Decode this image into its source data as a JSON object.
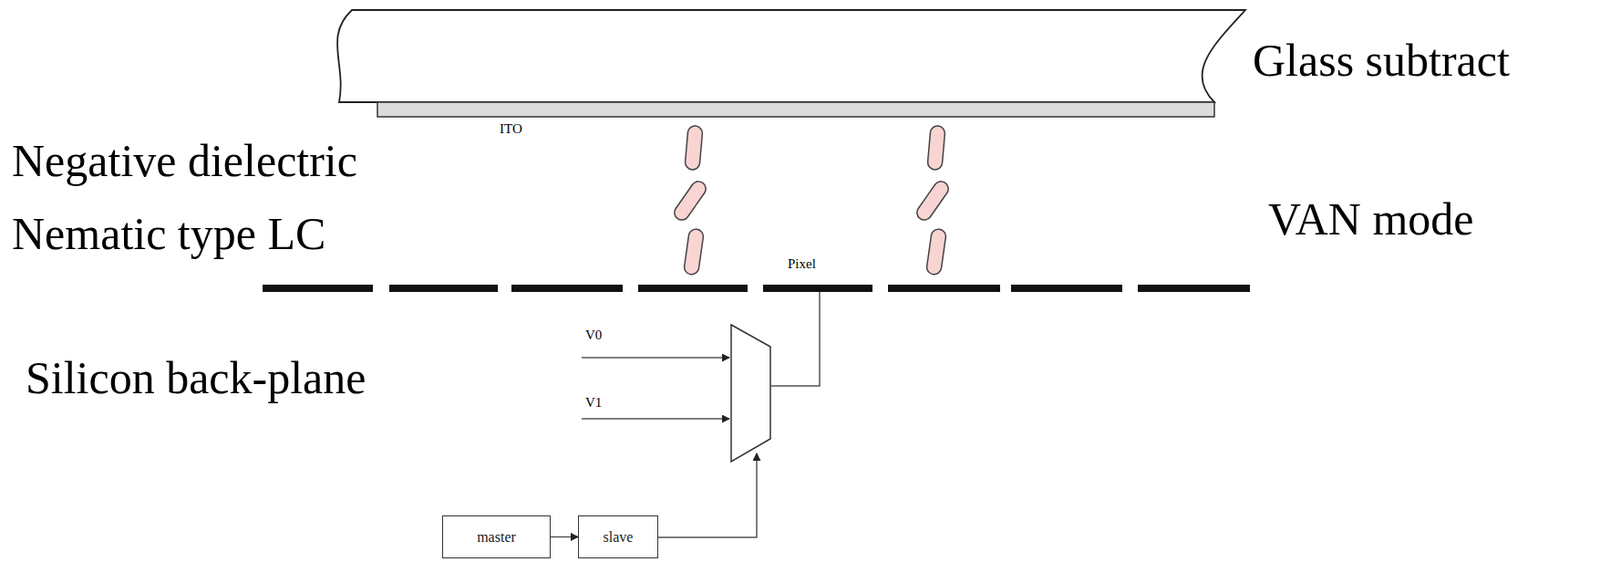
{
  "diagram": {
    "nodes": [
      {
        "text": [
          "master"
        ]
      },
      {
        "text": [
          "slave"
        ]
      }
    ],
    "edges": [
      {
        "from": 0,
        "to": 1,
        "arrow": "to"
      }
    ],
    "labels": [
      "Glass subtract",
      "ITO",
      "Negative dielectric Nematic type LC",
      "VAN mode",
      "Pixel",
      "Silicon back-plane",
      "V0",
      "V1"
    ]
  }
}
